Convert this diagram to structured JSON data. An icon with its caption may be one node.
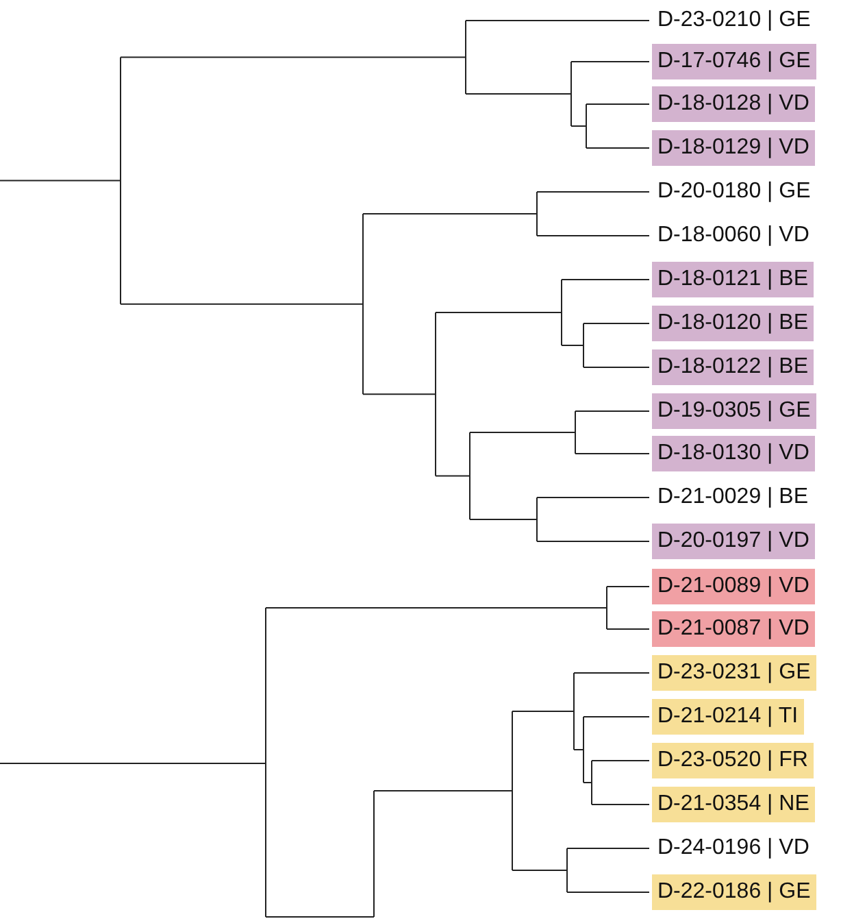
{
  "diagram": {
    "nodes": [
      {
        "text": [
          "D-23-0210 | GE"
        ]
      },
      {
        "text": [
          "D-17-0746 | GE"
        ]
      },
      {
        "text": [
          "D-18-0128 | VD"
        ]
      },
      {
        "text": [
          "D-18-0129 | VD"
        ]
      },
      {
        "text": [
          "D-20-0180 | GE"
        ]
      },
      {
        "text": [
          "D-18-0060 | VD"
        ]
      },
      {
        "text": [
          "D-18-0121 | BE"
        ]
      },
      {
        "text": [
          "D-18-0120 | BE"
        ]
      },
      {
        "text": [
          "D-18-0122 | BE"
        ]
      },
      {
        "text": [
          "D-19-0305 | GE"
        ]
      },
      {
        "text": [
          "D-18-0130 | VD"
        ]
      },
      {
        "text": [
          "D-21-0029 | BE"
        ]
      },
      {
        "text": [
          "D-20-0197 | VD"
        ]
      },
      {
        "text": [
          "D-21-0089 | VD"
        ]
      },
      {
        "text": [
          "D-21-0087 | VD"
        ]
      },
      {
        "text": [
          "D-23-0231 | GE"
        ]
      },
      {
        "text": [
          "D-21-0214 | TI"
        ]
      },
      {
        "text": [
          "D-23-0520 | FR"
        ]
      },
      {
        "text": [
          "D-21-0354 | NE"
        ]
      },
      {
        "text": [
          "D-24-0196 | VD"
        ]
      },
      {
        "text": [
          "D-22-0186 | GE"
        ]
      }
    ]
  }
}
